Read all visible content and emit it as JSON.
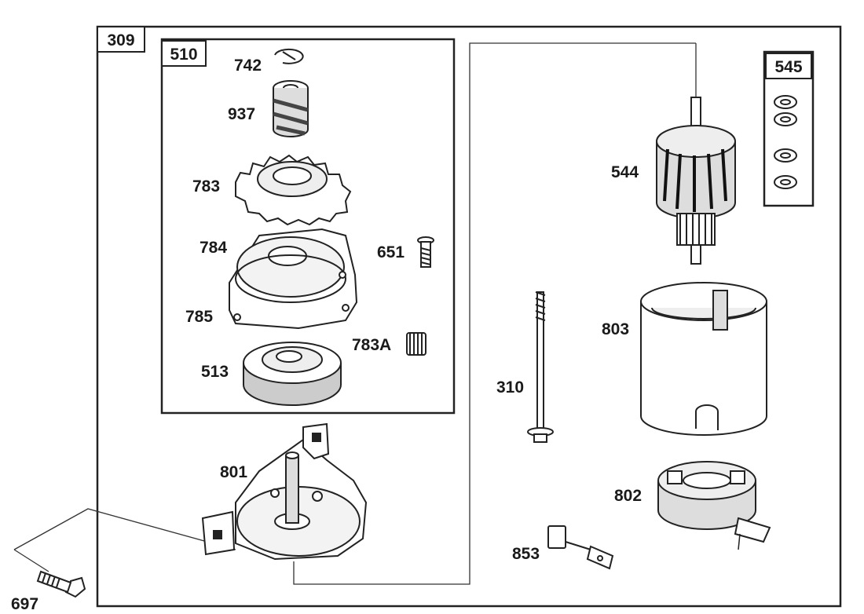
{
  "groups": {
    "g309": "309",
    "g510": "510",
    "g545": "545"
  },
  "parts": {
    "p742": "742",
    "p937": "937",
    "p783": "783",
    "p784": "784",
    "p785": "785",
    "p513": "513",
    "p651": "651",
    "p783A": "783A",
    "p801": "801",
    "p697": "697",
    "p310": "310",
    "p544": "544",
    "p803": "803",
    "p802": "802",
    "p853": "853"
  }
}
